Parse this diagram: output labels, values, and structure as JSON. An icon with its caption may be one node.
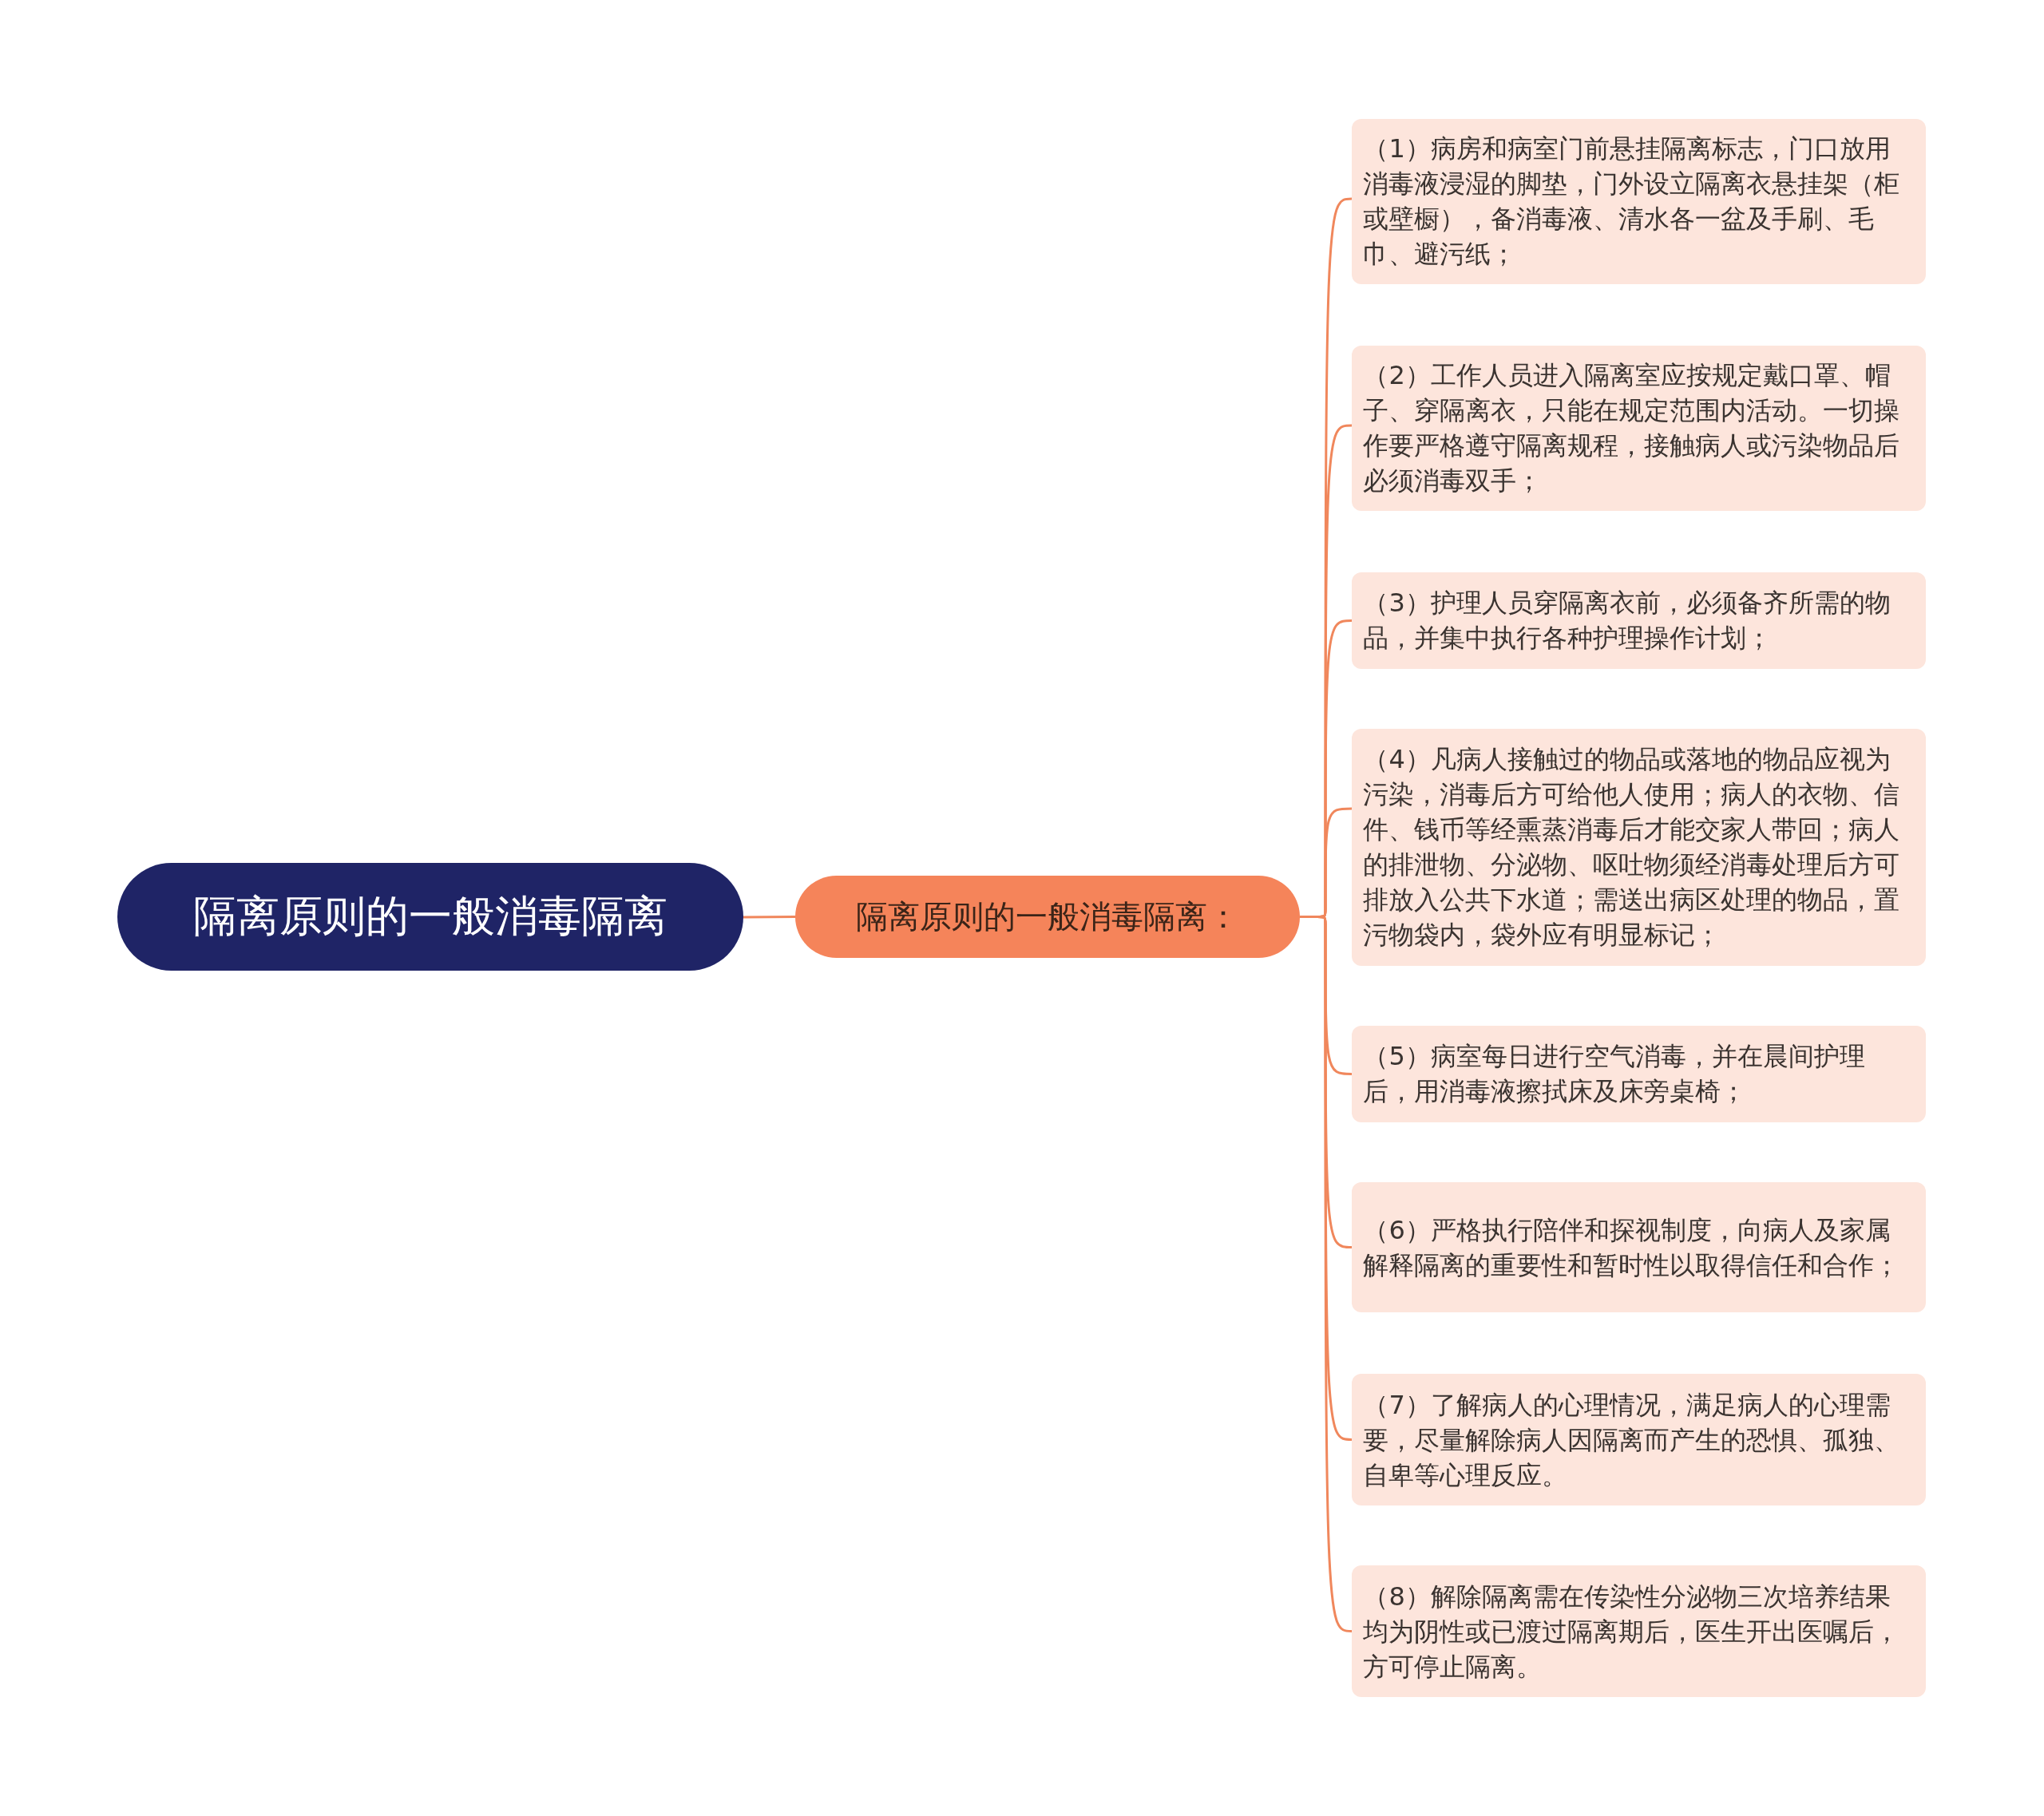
{
  "diagram": {
    "nodes": [
      {
        "text": [
          "隔离原则的一般消毒隔离"
        ]
      },
      {
        "text": [
          "隔离原则的一般消毒隔离："
        ]
      },
      {
        "text": [
          "（1）病房和病室门前悬挂隔离标志，门口放用消毒液浸湿的脚垫，门外设立隔离衣悬挂架（柜或壁橱），备消毒液、清水各一盆及手刷、毛巾、避污纸；"
        ]
      },
      {
        "text": [
          "（2）工作人员进入隔离室应按规定戴口罩、帽子、穿隔离衣，只能在规定范围内活动。一切操作要严格遵守隔离规程，接触病人或污染物品后必须消毒双手；"
        ]
      },
      {
        "text": [
          "（3）护理人员穿隔离衣前，必须备齐所需的物品，并集中执行各种护理操作计划；"
        ]
      },
      {
        "text": [
          "（4）凡病人接触过的物品或落地的物品应视为污染，消毒后方可给他人使用；病人的衣物、信件、钱币等经熏蒸消毒后才能交家人带回；病人的排泄物、分泌物、呕吐物须经消毒处理后方可排放入公共下水道；需送出病区处理的物品，置污物袋内，袋外应有明显标记；"
        ]
      },
      {
        "text": [
          "（5）病室每日进行空气消毒，并在晨间护理后，用消毒液擦拭床及床旁桌椅；"
        ]
      },
      {
        "text": [
          "（6）严格执行陪伴和探视制度，向病人及家属解释隔离的重要性和暂时性以取得信任和合作；"
        ]
      },
      {
        "text": [
          "（7）了解病人的心理情况，满足病人的心理需要，尽量解除病人因隔离而产生的恐惧、孤独、自卑等心理反应。"
        ]
      },
      {
        "text": [
          "（8）解除隔离需在传染性分泌物三次培养结果均为阴性或已渡过隔离期后，医生开出医嘱后，方可停止隔离。"
        ]
      }
    ],
    "edges": [
      {
        "from": 0,
        "to": 1,
        "arrow": "none"
      },
      {
        "from": 1,
        "to": 2,
        "arrow": "none"
      },
      {
        "from": 1,
        "to": 3,
        "arrow": "none"
      },
      {
        "from": 1,
        "to": 4,
        "arrow": "none"
      },
      {
        "from": 1,
        "to": 5,
        "arrow": "none"
      },
      {
        "from": 1,
        "to": 6,
        "arrow": "none"
      },
      {
        "from": 1,
        "to": 7,
        "arrow": "none"
      },
      {
        "from": 1,
        "to": 8,
        "arrow": "none"
      },
      {
        "from": 1,
        "to": 9,
        "arrow": "none"
      }
    ]
  }
}
